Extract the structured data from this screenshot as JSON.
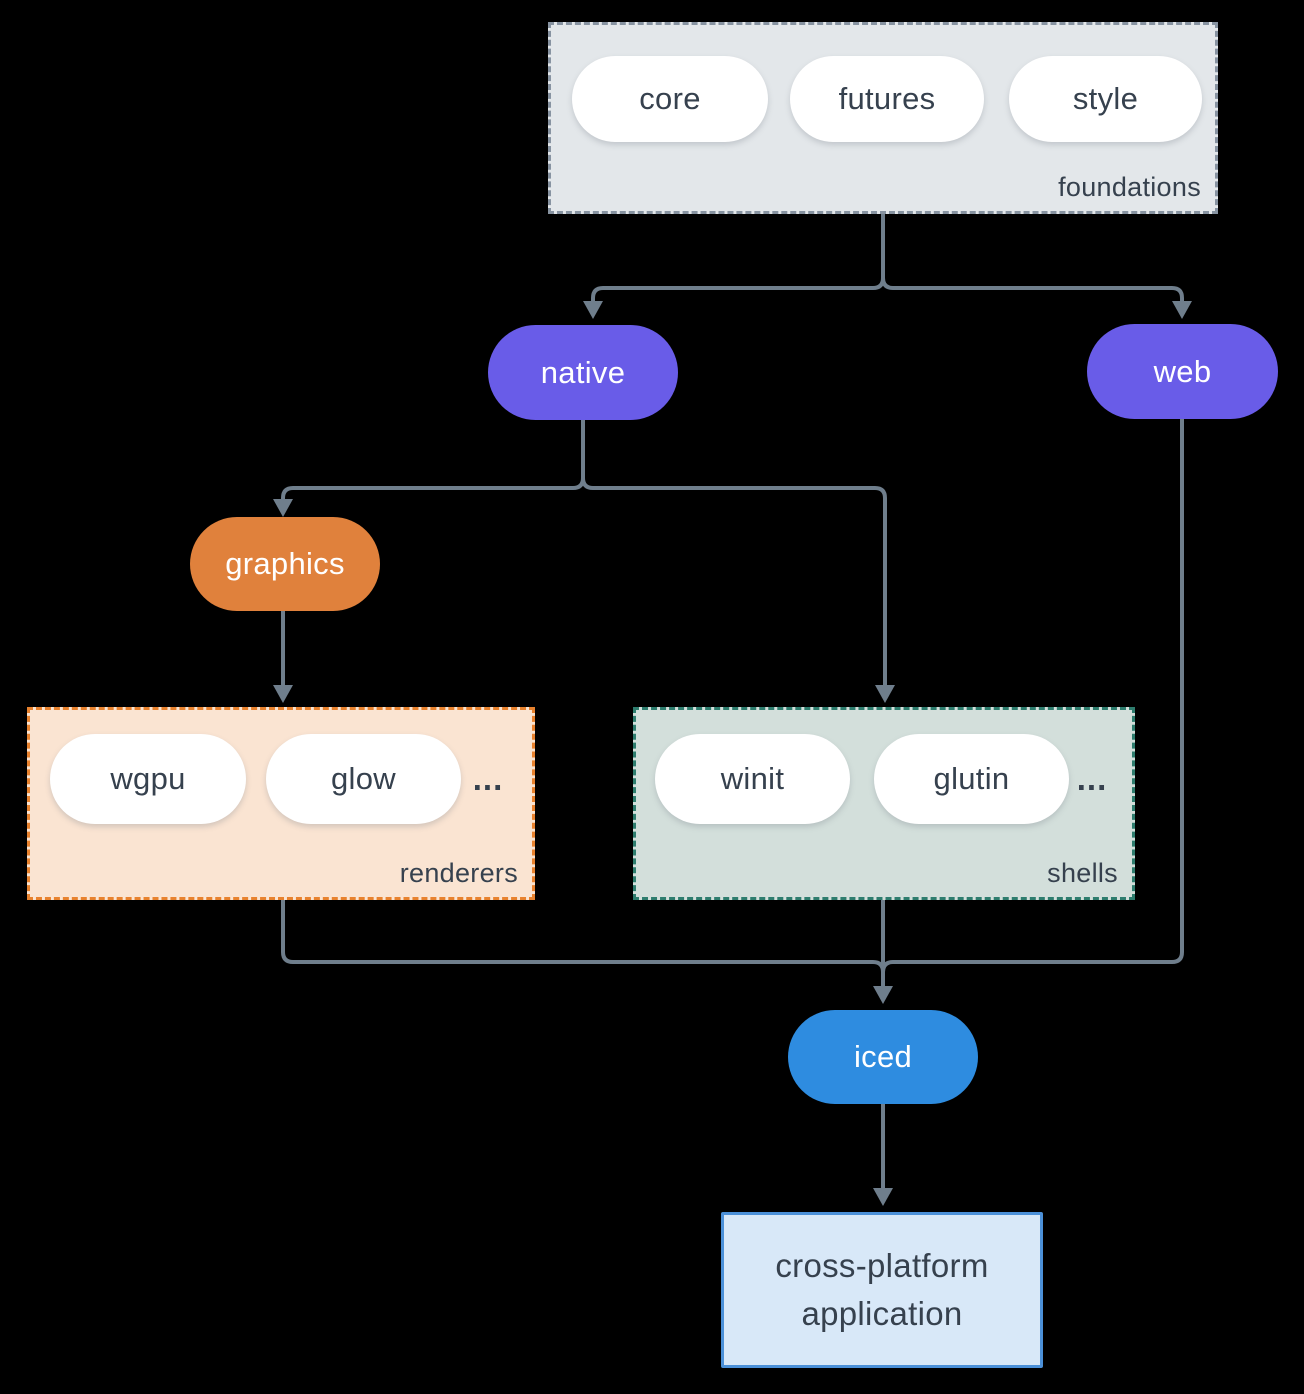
{
  "colors": {
    "background": "#000000",
    "connector": "#6F7E8C",
    "text_dark": "#36414E",
    "node_purple": "#695CE8",
    "node_orange": "#E0813C",
    "node_blue": "#2E8CE0",
    "foundations_fill": "#E3E7EA",
    "foundations_border": "#8793A1",
    "renderers_fill": "#FAE4D2",
    "renderers_border": "#E8822E",
    "shells_fill": "#D3DFDB",
    "shells_border": "#2E7D6E",
    "app_fill": "#D8E8F8",
    "app_border": "#4B90D8"
  },
  "groups": {
    "foundations": {
      "label": "foundations",
      "items": [
        "core",
        "futures",
        "style"
      ]
    },
    "renderers": {
      "label": "renderers",
      "items": [
        "wgpu",
        "glow",
        "..."
      ]
    },
    "shells": {
      "label": "shells",
      "items": [
        "winit",
        "glutin",
        "..."
      ]
    }
  },
  "nodes": {
    "native": {
      "label": "native"
    },
    "web": {
      "label": "web"
    },
    "graphics": {
      "label": "graphics"
    },
    "iced": {
      "label": "iced"
    },
    "application": {
      "label": "cross-platform application"
    }
  },
  "edges": [
    {
      "from": "foundations",
      "to": "native"
    },
    {
      "from": "foundations",
      "to": "web"
    },
    {
      "from": "native",
      "to": "graphics"
    },
    {
      "from": "native",
      "to": "shells"
    },
    {
      "from": "graphics",
      "to": "renderers"
    },
    {
      "from": "renderers",
      "to": "iced"
    },
    {
      "from": "shells",
      "to": "iced"
    },
    {
      "from": "web",
      "to": "iced"
    },
    {
      "from": "iced",
      "to": "application"
    }
  ]
}
